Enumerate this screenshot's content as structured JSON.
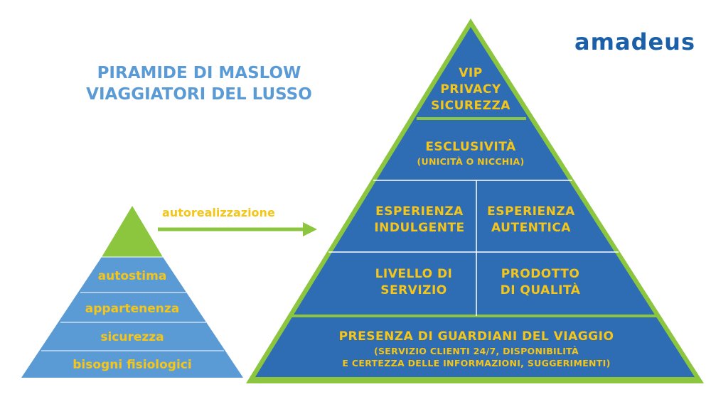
{
  "title": {
    "line1": "PIRAMIDE DI MASLOW",
    "line2": "VIAGGIATORI DEL LUSSO"
  },
  "logo": "amadeus",
  "arrow_label": "autorealizzazione",
  "small_pyramid": {
    "levels": [
      "autostima",
      "appartenenza",
      "sicurezza",
      "bisogni fisiologici"
    ]
  },
  "large_pyramid": {
    "top": [
      "VIP",
      "PRIVACY",
      "SICUREZZA"
    ],
    "second": {
      "main": "ESCLUSIVITÀ",
      "sub": "(UNICITÀ O NICCHIA)"
    },
    "third_left": [
      "ESPERIENZA",
      "INDULGENTE"
    ],
    "third_right": [
      "ESPERIENZA",
      "AUTENTICA"
    ],
    "fourth_left": [
      "LIVELLO DI",
      "SERVIZIO"
    ],
    "fourth_right": [
      "PRODOTTO",
      "DI QUALITÀ"
    ],
    "base": {
      "main": "PRESENZA DI GUARDIANI DEL VIAGGIO",
      "sub1": "(SERVIZIO CLIENTI 24/7, DISPONIBILITÀ",
      "sub2": "E CERTEZZA DELLE INFORMAZIONI, SUGGERIMENTI)"
    }
  },
  "colors": {
    "green": "#8cc63f",
    "small_blue": "#5b9bd5",
    "big_blue": "#2e6db4",
    "label_yellow": "#f5c518",
    "title_blue": "#5b9bd5"
  }
}
